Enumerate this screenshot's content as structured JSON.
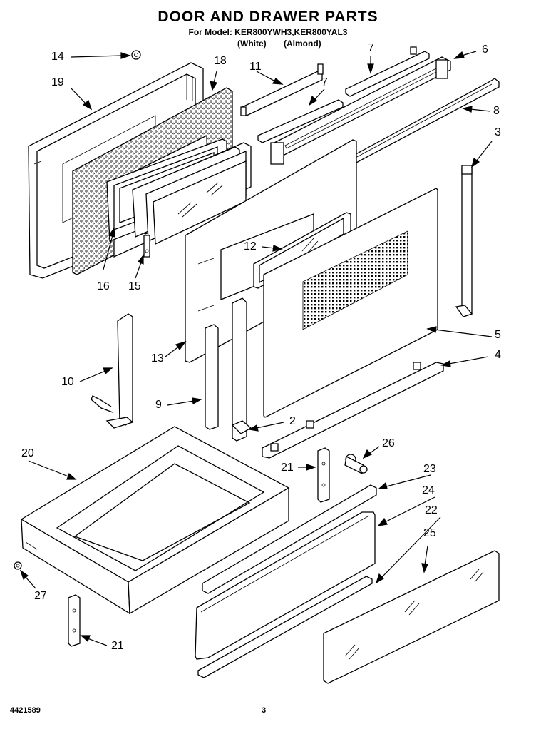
{
  "header": {
    "title": "DOOR AND DRAWER PARTS",
    "model_line": "For Model: KER800YWH3,KER800YAL3",
    "color_white": "(White)",
    "color_almond": "(Almond)"
  },
  "footer": {
    "doc_code": "4421589",
    "page_number": "3"
  },
  "callouts": [
    "14",
    "19",
    "18",
    "11",
    "7",
    "7",
    "6",
    "8",
    "3",
    "16",
    "15",
    "12",
    "5",
    "4",
    "13",
    "10",
    "9",
    "2",
    "20",
    "26",
    "21",
    "23",
    "24",
    "22",
    "25",
    "27",
    "21"
  ]
}
